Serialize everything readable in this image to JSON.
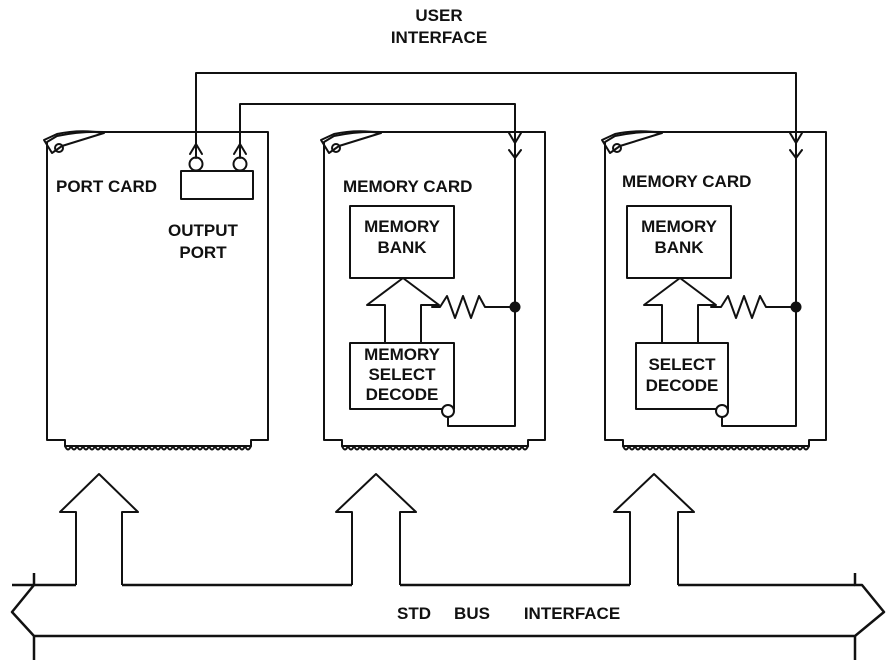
{
  "diagram": {
    "user_interface_label": [
      "USER",
      "INTERFACE"
    ],
    "bus_label": [
      "STD",
      "BUS",
      "INTERFACE"
    ],
    "cards": [
      {
        "title": "PORT CARD",
        "output_port_label": [
          "OUTPUT",
          "PORT"
        ]
      },
      {
        "title": "MEMORY CARD",
        "bank_label": [
          "MEMORY",
          "BANK"
        ],
        "decode_label": [
          "MEMORY",
          "SELECT",
          "DECODE"
        ]
      },
      {
        "title": "MEMORY CARD",
        "bank_label": [
          "MEMORY",
          "BANK"
        ],
        "decode_label": [
          "SELECT",
          "DECODE"
        ]
      }
    ]
  }
}
